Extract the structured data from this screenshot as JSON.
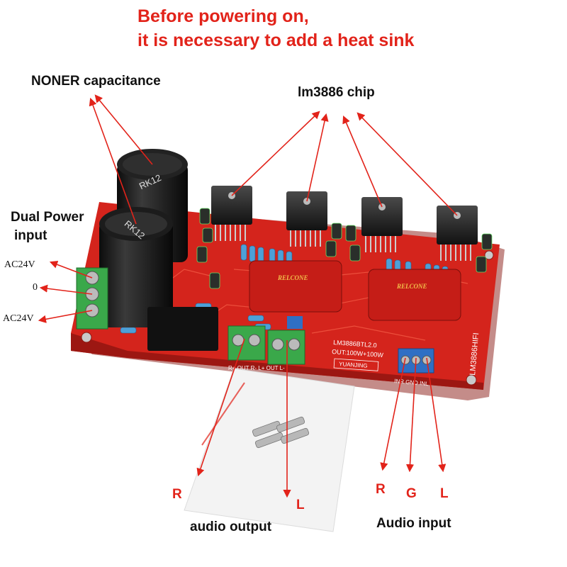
{
  "title": {
    "line1": "Before powering on,",
    "line2": "it is necessary to add a heat sink"
  },
  "callouts": {
    "capacitor": "NONER capacitance",
    "chip": "lm3886 chip",
    "power_input_line1": "Dual Power",
    "power_input_line2": "input",
    "ac_top": "AC24V",
    "ac_zero": "0",
    "ac_bottom": "AC24V",
    "audio_output": "audio output",
    "audio_input": "Audio input",
    "out_r": "R",
    "out_l": "L",
    "in_r": "R",
    "in_g": "G",
    "in_l": "L"
  },
  "board": {
    "capacitor_marking": "RK12",
    "silk_model": "LM3886BTL2.0",
    "silk_power": "OUT:100W+100W",
    "silk_maker": "YUANJING",
    "silk_side": "LM3886HIFI",
    "out_terminal_label": "R+ OUT R-   L+ OUT L-",
    "in_terminal_label": "INR GND INL",
    "film_cap_brand": "RELCONE"
  },
  "colors": {
    "board": "#d4241c",
    "arrow": "#e2231a",
    "terminal_green": "#3aa84a",
    "terminal_blue": "#2f6fc4"
  }
}
